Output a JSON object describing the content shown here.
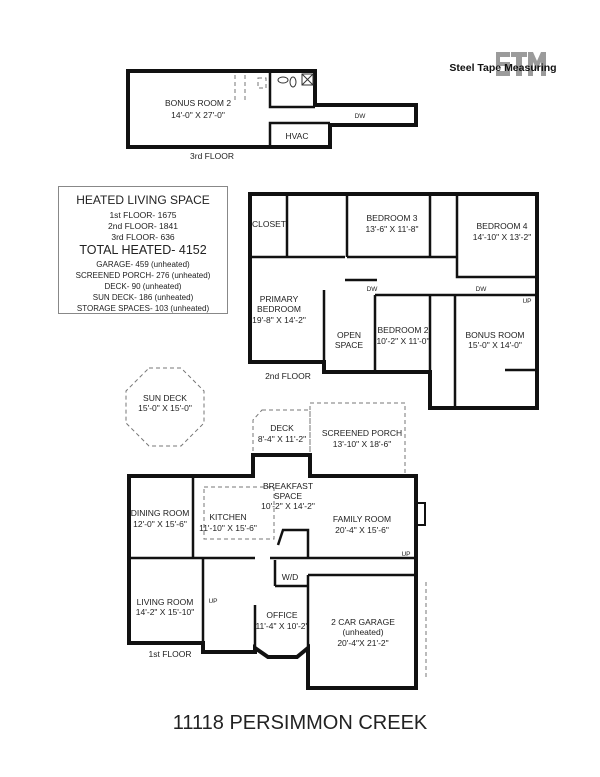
{
  "logo": {
    "brand_text": "Steel Tape Measuring",
    "monogram": "STM",
    "monogram_color": "#8a8a8a"
  },
  "legend": {
    "heading": "HEATED LIVING SPACE",
    "floors": [
      "1st FLOOR- 1675",
      "2nd FLOOR- 1841",
      "3rd FLOOR- 636"
    ],
    "total": "TOTAL HEATED- 4152",
    "unheated": [
      "GARAGE- 459 (unheated)",
      "SCREENED PORCH- 276 (unheated)",
      "DECK- 90 (unheated)",
      "SUN DECK- 186 (unheated)",
      "STORAGE SPACES- 103 (unheated)"
    ]
  },
  "third_floor": {
    "label": "3rd FLOOR",
    "rooms": {
      "bonus_room_2": {
        "name": "BONUS ROOM 2",
        "size": "14'-0\" X 27'-0\""
      },
      "hvac": {
        "name": "HVAC"
      }
    },
    "dw": "DW"
  },
  "second_floor": {
    "label": "2nd FLOOR",
    "rooms": {
      "closet": {
        "name": "CLOSET"
      },
      "bedroom_3": {
        "name": "BEDROOM 3",
        "size": "13'-6\" X 11'-8\""
      },
      "bedroom_4": {
        "name": "BEDROOM 4",
        "size": "14'-10\" X 13'-2\""
      },
      "primary": {
        "name1": "PRIMARY",
        "name2": "BEDROOM",
        "size": "19'-8\" X 14'-2\""
      },
      "open_space": {
        "name1": "OPEN",
        "name2": "SPACE"
      },
      "bedroom_2": {
        "name": "BEDROOM 2",
        "size": "10'-2\" X 11'-0\""
      },
      "bonus_room": {
        "name": "BONUS ROOM",
        "size": "15'-0\" X 14'-0\""
      }
    },
    "dw": "DW",
    "up": "UP"
  },
  "sun_deck": {
    "name": "SUN DECK",
    "size": "15'-0\" X 15'-0\""
  },
  "first_floor": {
    "label": "1st FLOOR",
    "rooms": {
      "deck": {
        "name": "DECK",
        "size": "8'-4\" X 11'-2\""
      },
      "screened_porch": {
        "name": "SCREENED PORCH",
        "size": "13'-10\" X 18'-6\""
      },
      "breakfast": {
        "name1": "BREAKFAST",
        "name2": "SPACE",
        "size": "10'-2\" X 14'-2\""
      },
      "dining": {
        "name": "DINING ROOM",
        "size": "12'-0\" X 15'-6\""
      },
      "kitchen": {
        "name": "KITCHEN",
        "size": "11'-10\" X 15'-6\""
      },
      "family": {
        "name": "FAMILY ROOM",
        "size": "20'-4\" X 15'-6\""
      },
      "wd": {
        "name": "W/D"
      },
      "living": {
        "name": "LIVING ROOM",
        "size": "14'-2\" X 15'-10\""
      },
      "office": {
        "name": "OFFICE",
        "size": "11'-4\" X 10'-2\""
      },
      "garage": {
        "name": "2 CAR GARAGE",
        "note": "(unheated)",
        "size": "20'-4\"X  21'-2\""
      }
    },
    "up": "UP"
  },
  "title": "11118 PERSIMMON CREEK"
}
